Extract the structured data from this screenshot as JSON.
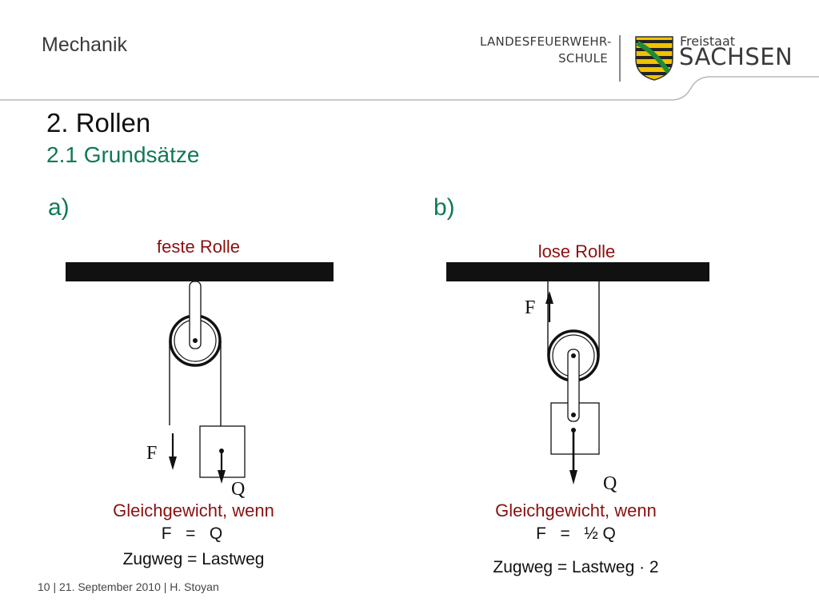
{
  "header": {
    "title": "Mechanik",
    "logo_school_line1": "LANDESFEUERWEHR-",
    "logo_school_line2": "SCHULE",
    "logo_state_small": "Freistaat",
    "logo_state_big": "SACHSEN"
  },
  "slide": {
    "title": "2. Rollen",
    "subtitle": "2.1 Grundsätze"
  },
  "panel_a": {
    "label": "a)",
    "caption": "feste Rolle",
    "force_label": "F",
    "load_label": "Q",
    "equilibrium": "Gleichgewicht, wenn",
    "formula": "F   =   Q",
    "travel": "Zugweg = Lastweg"
  },
  "panel_b": {
    "label": "b)",
    "caption": "lose Rolle",
    "force_label": "F",
    "load_label": "Q",
    "equilibrium": "Gleichgewicht, wenn",
    "formula": "F   =   ½ Q",
    "travel": "Zugweg = Lastweg · 2"
  },
  "footer": {
    "page": "10",
    "text": "| 21. September 2010 | H. Stoyan"
  },
  "colors": {
    "accent_green": "#107a55",
    "caption_red": "#8b1010",
    "coat_yellow": "#f2c200",
    "coat_green": "#1f8a3a"
  }
}
